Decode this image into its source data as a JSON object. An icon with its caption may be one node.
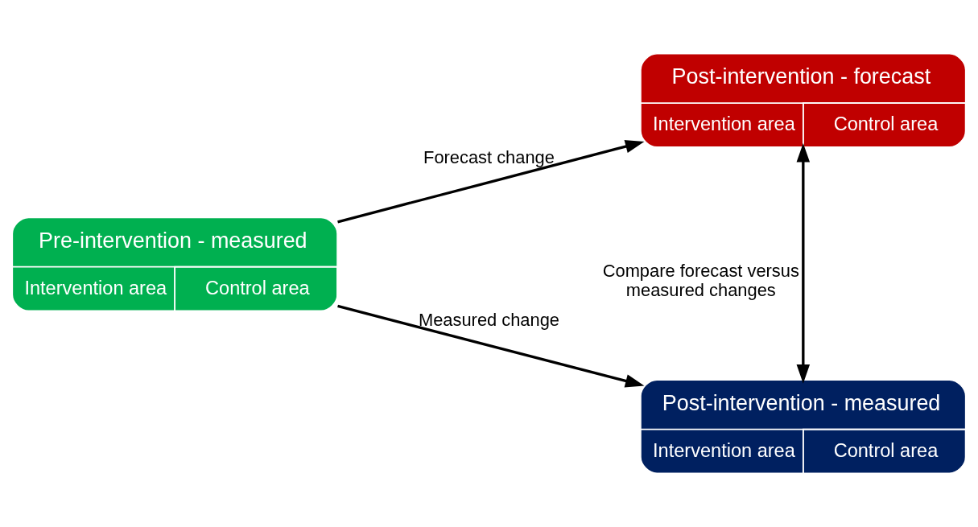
{
  "diagram": {
    "nodes": [
      {
        "text": [
          "Pre-intervention - measured",
          "Intervention area",
          "Control area"
        ]
      },
      {
        "text": [
          "Post-intervention - forecast",
          "Intervention area",
          "Control area"
        ]
      },
      {
        "text": [
          "Post-intervention - measured",
          "Intervention area",
          "Control area"
        ]
      }
    ],
    "edges": [
      {
        "from": 0,
        "to": 1,
        "arrow": "to",
        "label": "Forecast change"
      },
      {
        "from": 0,
        "to": 2,
        "arrow": "to",
        "label": "Measured change"
      },
      {
        "from": 1,
        "to": 2,
        "arrow": "both",
        "label": "Compare forecast versus measured changes"
      }
    ]
  }
}
